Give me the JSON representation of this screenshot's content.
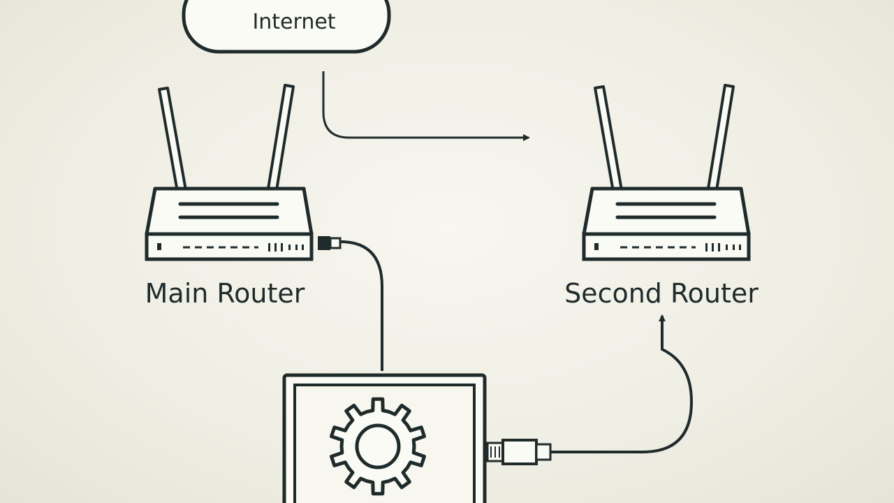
{
  "diagram": {
    "nodes": {
      "internet": {
        "label": "Internet"
      },
      "main_router": {
        "label": "Main Router"
      },
      "second_router": {
        "label": "Second Router"
      },
      "computer": {
        "icon": "gear-icon"
      }
    },
    "connections": [
      {
        "from": "internet",
        "to": "second_router",
        "style": "arrow"
      },
      {
        "from": "main_router",
        "to": "computer",
        "style": "cable"
      },
      {
        "from": "computer",
        "to": "second_router",
        "style": "cable-arrow"
      }
    ],
    "colors": {
      "stroke": "#1f2b2b",
      "background": "#f2f1e8",
      "fill": "#fbfbf6"
    }
  }
}
